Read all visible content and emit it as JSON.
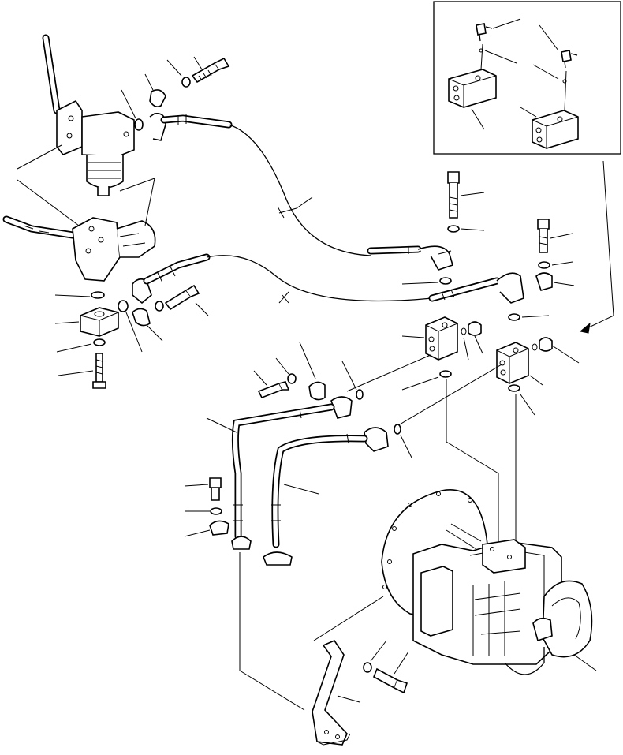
{
  "diagram": {
    "type": "exploded-parts-illustration",
    "colors": {
      "line": "#000000",
      "background": "#ffffff"
    },
    "inset": {
      "present": true,
      "arrow_target": "right-valve-block"
    },
    "callouts": {
      "count": 52,
      "numbers_printed": false
    }
  }
}
